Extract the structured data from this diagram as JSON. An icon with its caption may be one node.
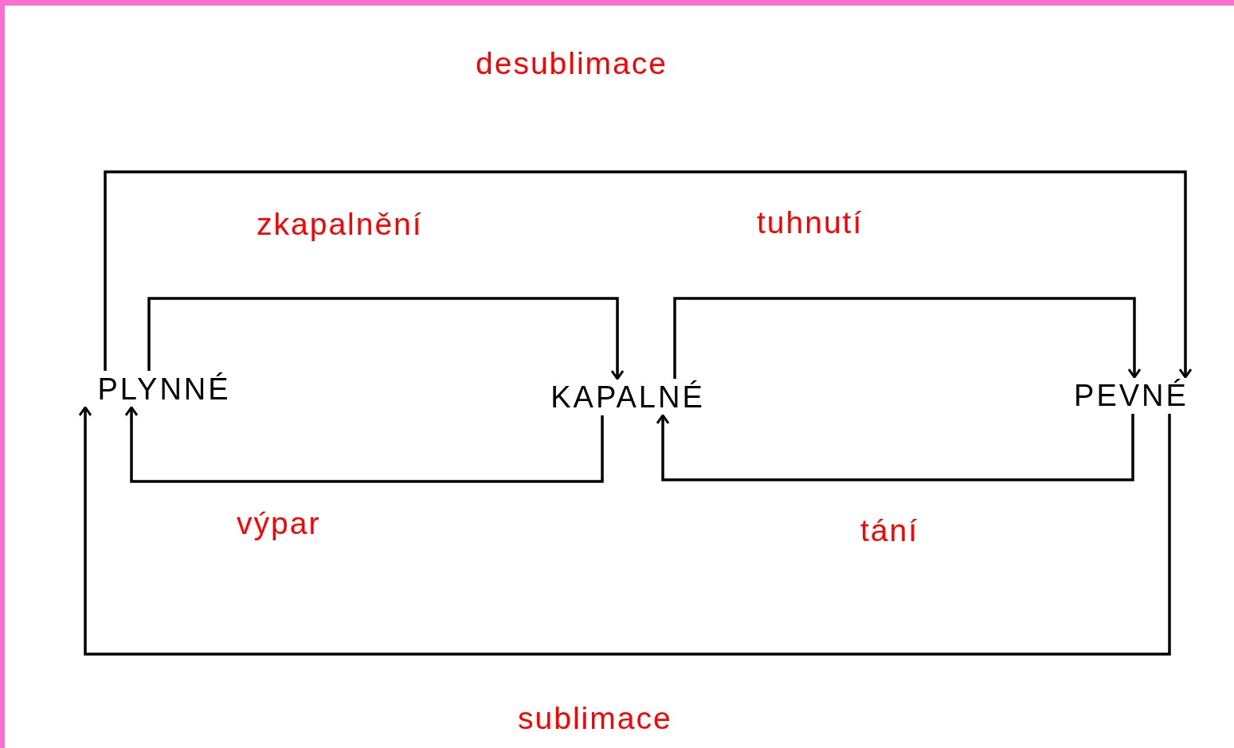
{
  "diagram": {
    "nodes": [
      {
        "text": [
          "PLYNNÉ"
        ]
      },
      {
        "text": [
          "KAPALNÉ"
        ]
      },
      {
        "text": [
          "PEVNÉ"
        ]
      }
    ],
    "edges": [
      {
        "from": 0,
        "to": 2,
        "arrow": "to",
        "label": "desublimace"
      },
      {
        "from": 0,
        "to": 1,
        "arrow": "to",
        "label": "zkapalnění"
      },
      {
        "from": 1,
        "to": 2,
        "arrow": "to",
        "label": "tuhnutí"
      },
      {
        "from": 1,
        "to": 0,
        "arrow": "to",
        "label": "výpar"
      },
      {
        "from": 2,
        "to": 1,
        "arrow": "to",
        "label": "tání"
      },
      {
        "from": 2,
        "to": 0,
        "arrow": "to",
        "label": "sublimace"
      }
    ]
  }
}
